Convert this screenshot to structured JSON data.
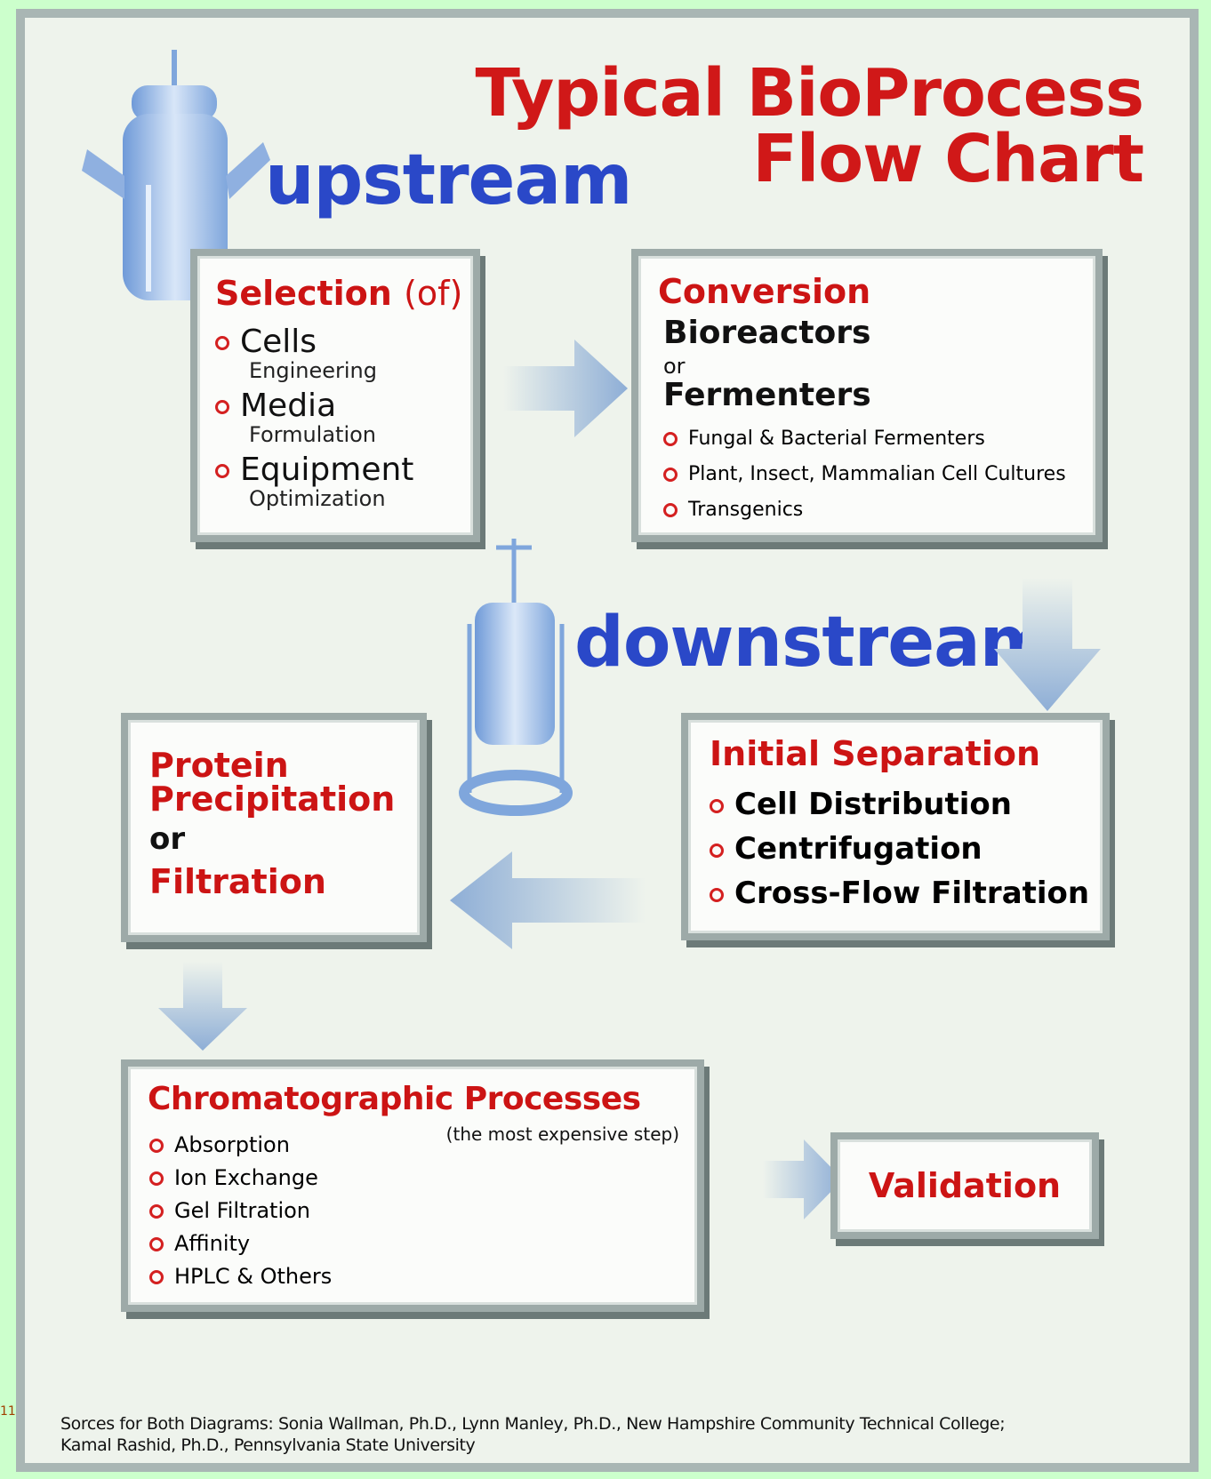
{
  "title_lines": [
    "Typical BioProcess",
    "Flow Chart"
  ],
  "upstream_label": "upstream",
  "downstream_label": "downstream",
  "selection": {
    "heading": "Selection",
    "heading_suffix": "(of)",
    "items": [
      {
        "label": "Cells",
        "sub": "Engineering"
      },
      {
        "label": "Media",
        "sub": "Formulation"
      },
      {
        "label": "Equipment",
        "sub": "Optimization"
      }
    ]
  },
  "conversion": {
    "heading": "Conversion",
    "line1": "Bioreactors",
    "or": "or",
    "line2": "Fermenters",
    "items": [
      "Fungal & Bacterial Fermenters",
      "Plant, Insect, Mammalian Cell Cultures",
      "Transgenics"
    ]
  },
  "initial_separation": {
    "heading": "Initial Separation",
    "items": [
      "Cell Distribution",
      "Centrifugation",
      "Cross-Flow Filtration"
    ]
  },
  "precipitation": {
    "line1": "Protein",
    "line2": "Precipitation",
    "or": "or",
    "line3": "Filtration"
  },
  "chromatographic": {
    "heading": "Chromatographic Processes",
    "note": "(the most expensive step)",
    "items": [
      "Absorption",
      "Ion Exchange",
      "Gel Filtration",
      "Affinity",
      "HPLC & Others"
    ]
  },
  "validation": {
    "label": "Validation"
  },
  "sources": {
    "line1": "Sorces for Both Diagrams: Sonia Wallman, Ph.D., Lynn Manley, Ph.D., New Hampshire Community Technical College;",
    "line2": "Kamal Rashid, Ph.D., Pennsylvania State University"
  },
  "margin_text": "11",
  "colors": {
    "title_red": "#d01818",
    "stream_blue": "#2a48c8",
    "arrow_blue": "#9fb9d8",
    "page_bg": "#ccffcc"
  }
}
